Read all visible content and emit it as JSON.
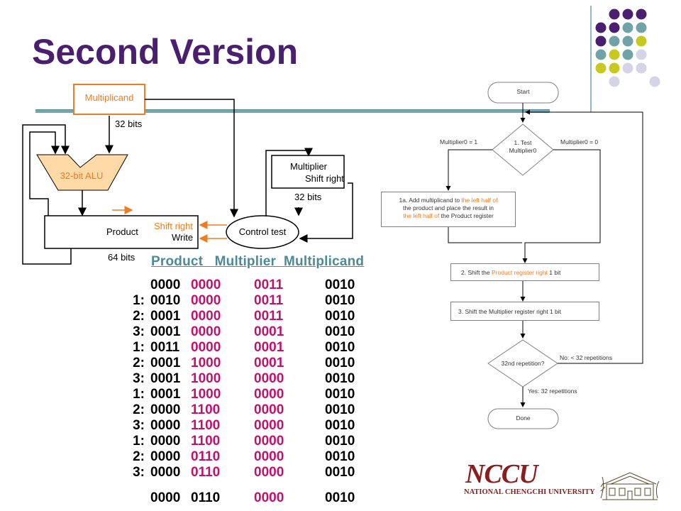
{
  "slide": {
    "title": "Second Version"
  },
  "hardware": {
    "multiplicand_label": "Multiplicand",
    "bits_32_top": "32 bits",
    "alu_label": "32-bit ALU",
    "multiplier_label_line1": "Multiplier",
    "multiplier_label_line2": "Shift right",
    "bits_32_multiplier": "32 bits",
    "product_label": "Product",
    "shift_right_label": "Shift right",
    "write_label": "Write",
    "bits_64": "64 bits",
    "control_test_label": "Control test"
  },
  "trace": {
    "header": "Product   Multiplier  Multiplicand",
    "rows": [
      {
        "step": "",
        "p_left": "0000",
        "p_right": "0000",
        "multiplier": "0011",
        "multiplicand": "0010"
      },
      {
        "step": "1:",
        "p_left": "0010",
        "p_right": "0000",
        "multiplier": "0011",
        "multiplicand": "0010"
      },
      {
        "step": "2:",
        "p_left": "0001",
        "p_right": "0000",
        "multiplier": "0011",
        "multiplicand": "0010"
      },
      {
        "step": "3:",
        "p_left": "0001",
        "p_right": "0000",
        "multiplier": "0001",
        "multiplicand": "0010"
      },
      {
        "step": "1:",
        "p_left": "0011",
        "p_right": "0000",
        "multiplier": "0001",
        "multiplicand": "0010"
      },
      {
        "step": "2:",
        "p_left": "0001",
        "p_right": "1000",
        "multiplier": "0001",
        "multiplicand": "0010"
      },
      {
        "step": "3:",
        "p_left": "0001",
        "p_right": "1000",
        "multiplier": "0000",
        "multiplicand": "0010"
      },
      {
        "step": "1:",
        "p_left": "0001",
        "p_right": "1000",
        "multiplier": "0000",
        "multiplicand": "0010"
      },
      {
        "step": "2:",
        "p_left": "0000",
        "p_right": "1100",
        "multiplier": "0000",
        "multiplicand": "0010"
      },
      {
        "step": "3:",
        "p_left": "0000",
        "p_right": "1100",
        "multiplier": "0000",
        "multiplicand": "0010"
      },
      {
        "step": "1:",
        "p_left": "0000",
        "p_right": "1100",
        "multiplier": "0000",
        "multiplicand": "0010"
      },
      {
        "step": "2:",
        "p_left": "0000",
        "p_right": "0110",
        "multiplier": "0000",
        "multiplicand": "0010"
      },
      {
        "step": "3:",
        "p_left": "0000",
        "p_right": "0110",
        "multiplier": "0000",
        "multiplicand": "0010"
      }
    ],
    "final": {
      "p_left": "0000",
      "p_right": "0110",
      "multiplier": "0000",
      "multiplicand": "0010"
    }
  },
  "flowchart": {
    "start": "Start",
    "test_line1": "1. Test",
    "test_line2": "Multiplier0",
    "branch_one": "Multiplier0 = 1",
    "branch_zero": "Multiplier0 = 0",
    "step1a_a": "1a. Add multiplicand to ",
    "step1a_b": "the left half of",
    "step1a_c": "the product and place the result in",
    "step1a_d": "the left half of",
    "step1a_e": " the Product register",
    "step2_a": "2. Shift the ",
    "step2_b": "Product register right",
    "step2_c": " 1 bit",
    "step3": "3. Shift the Multiplier register right 1 bit",
    "repetition": "32nd repetition?",
    "no_label": "No:  < 32 repetitions",
    "yes_label": "Yes:  32 repetitions",
    "done": "Done"
  },
  "logo": {
    "script": "NCCU",
    "name": "NATIONAL CHENGCHI UNIVERSITY"
  },
  "colors": {
    "title": "#4b1f6f",
    "highlight": "#c0126c",
    "accent_orange": "#f07c22",
    "dot_purple": "#4b1f6f",
    "dot_teal": "#6fa3a8",
    "dot_olive": "#c8c81e",
    "dot_lavender": "#d4d4e6"
  }
}
